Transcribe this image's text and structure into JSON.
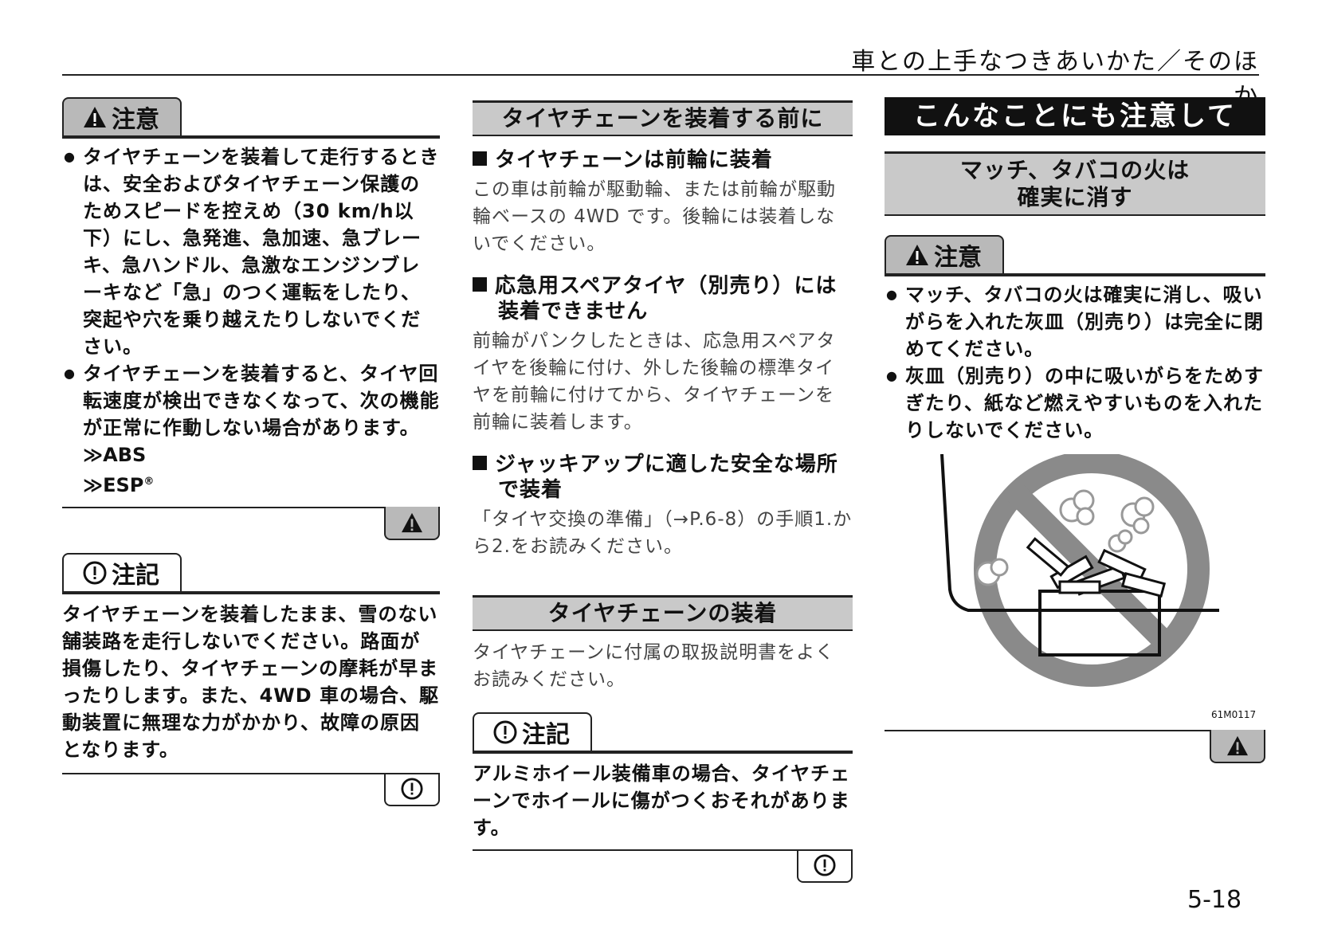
{
  "header": {
    "title": "車との上手なつきあいかた／そのほか"
  },
  "col1": {
    "caution_tab": "注意",
    "caution_bullets": [
      "タイヤチェーンを装着して走行するときは、安全およびタイヤチェーン保護のためスピードを控えめ（30 km/h以下）にし、急発進、急加速、急ブレーキ、急ハンドル、急激なエンジンブレーキなど「急」のつく運転をしたり、突起や穴を乗り越えたりしないでください。",
      "タイヤチェーンを装着すると、タイヤ回転速度が検出できなくなって、次の機能が正常に作動しない場合があります。"
    ],
    "sub_items": [
      "≫ABS",
      "≫ESP"
    ],
    "registered_mark": "®",
    "note_tab": "注記",
    "note_text": "タイヤチェーンを装着したまま、雪のない舗装路を走行しないでください。路面が損傷したり、タイヤチェーンの摩耗が早まったりします。また、4WD 車の場合、駆動装置に無理な力がかかり、故障の原因となります。"
  },
  "col2": {
    "section1_title": "タイヤチェーンを装着する前に",
    "h1": "タイヤチェーンは前輪に装着",
    "p1": "この車は前輪が駆動輪、または前輪が駆動輪ベースの 4WD です。後輪には装着しないでください。",
    "h2": "応急用スペアタイヤ（別売り）には装着できません",
    "p2": "前輪がパンクしたときは、応急用スペアタイヤを後輪に付け、外した後輪の標準タイヤを前輪に付けてから、タイヤチェーンを前輪に装着します。",
    "h3": "ジャッキアップに適した安全な場所で装着",
    "p3": "「タイヤ交換の準備」（→P.6-8）の手順1.から2.をお読みください。",
    "section2_title": "タイヤチェーンの装着",
    "p4": "タイヤチェーンに付属の取扱説明書をよくお読みください。",
    "note_tab": "注記",
    "note_text": "アルミホイール装備車の場合、タイヤチェーンでホイールに傷がつくおそれがあります。"
  },
  "col3": {
    "black_title": "こんなことにも注意して",
    "box_line1": "マッチ、タバコの火は",
    "box_line2": "確実に消す",
    "caution_tab": "注意",
    "bullets": [
      "マッチ、タバコの火は確実に消し、吸いがらを入れた灰皿（別売り）は完全に閉めてください。",
      "灰皿（別売り）の中に吸いがらをためすぎたり、紙など燃えやすいものを入れたりしないでください。"
    ],
    "figure_code": "61M0117"
  },
  "page_number": "5-18",
  "colors": {
    "tab_gray": "#b9b9b9",
    "section_gray": "#c9c9c9",
    "text": "#111111"
  }
}
